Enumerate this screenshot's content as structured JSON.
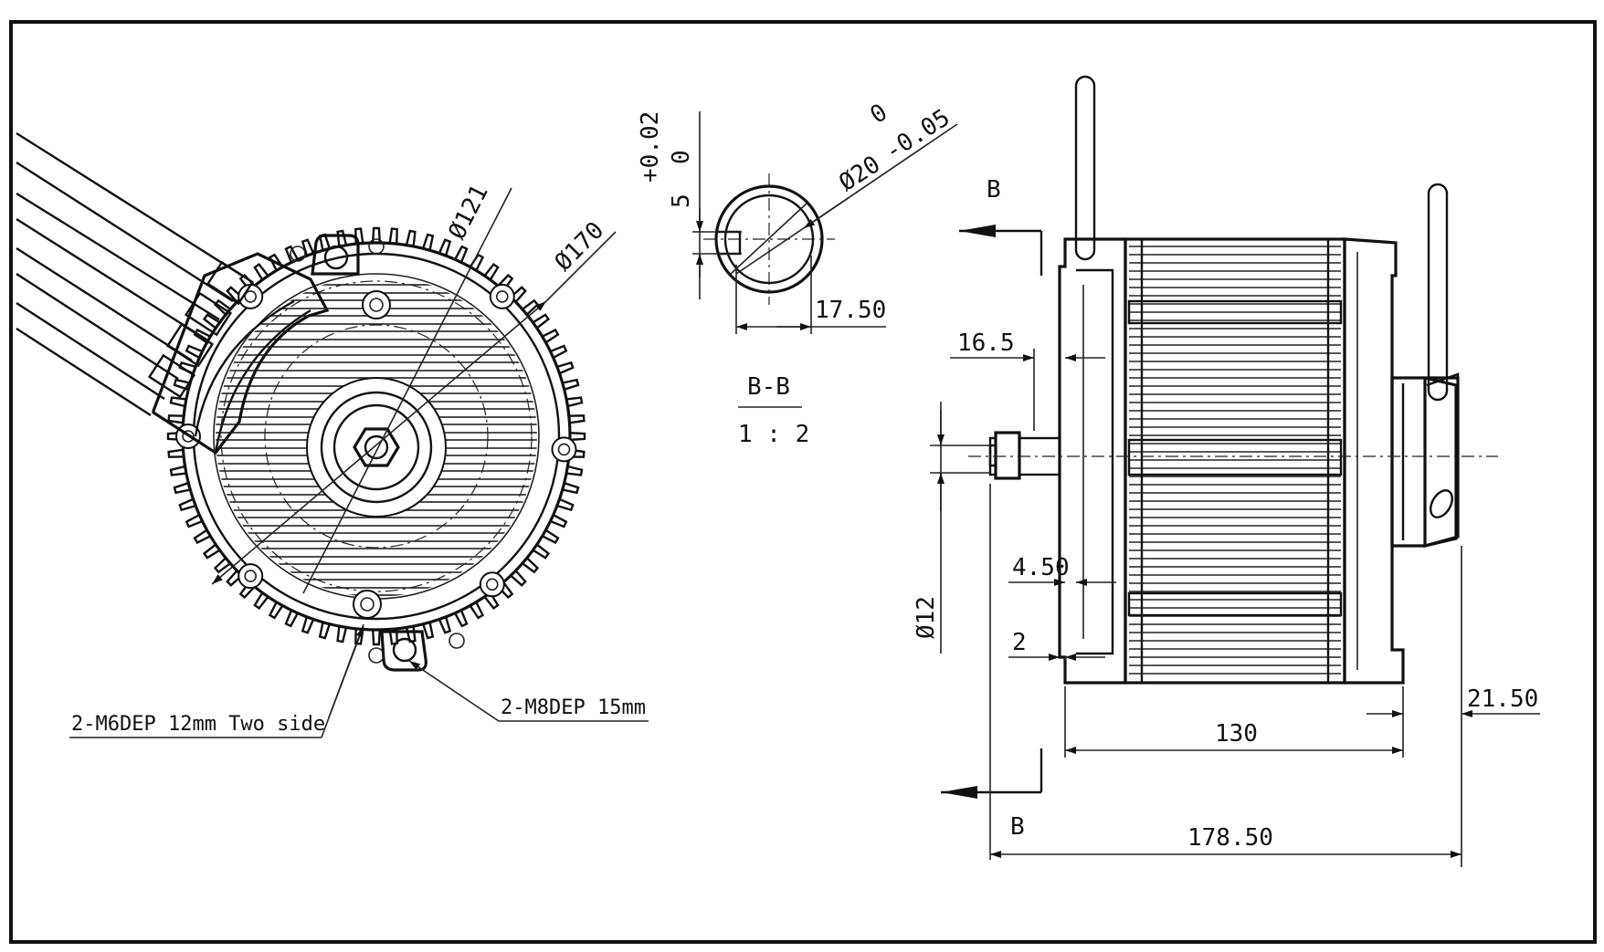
{
  "front_view": {
    "dia_outer": "Ø170",
    "dia_inner": "Ø121",
    "label_m6": "2-M6DEP 12mm Two side",
    "label_m8": "2-M8DEP 15mm"
  },
  "section": {
    "tol_upper": "+0.02",
    "tol_lower": "0",
    "dim_key": "5",
    "dia_shaft": "Ø20",
    "tol_shaft_upper": "0",
    "tol_shaft_lower": "-0.05",
    "dim_width": "17.50",
    "section_name": "B-B",
    "scale": "1 : 2"
  },
  "side_view": {
    "section_mark_top": "B",
    "section_mark_bottom": "B",
    "dim_16_5": "16.5",
    "dim_4_50": "4.50",
    "dim_2": "2",
    "dim_phi12": "Ø12",
    "dim_21_50": "21.50",
    "dim_130": "130",
    "dim_178_50": "178.50"
  }
}
